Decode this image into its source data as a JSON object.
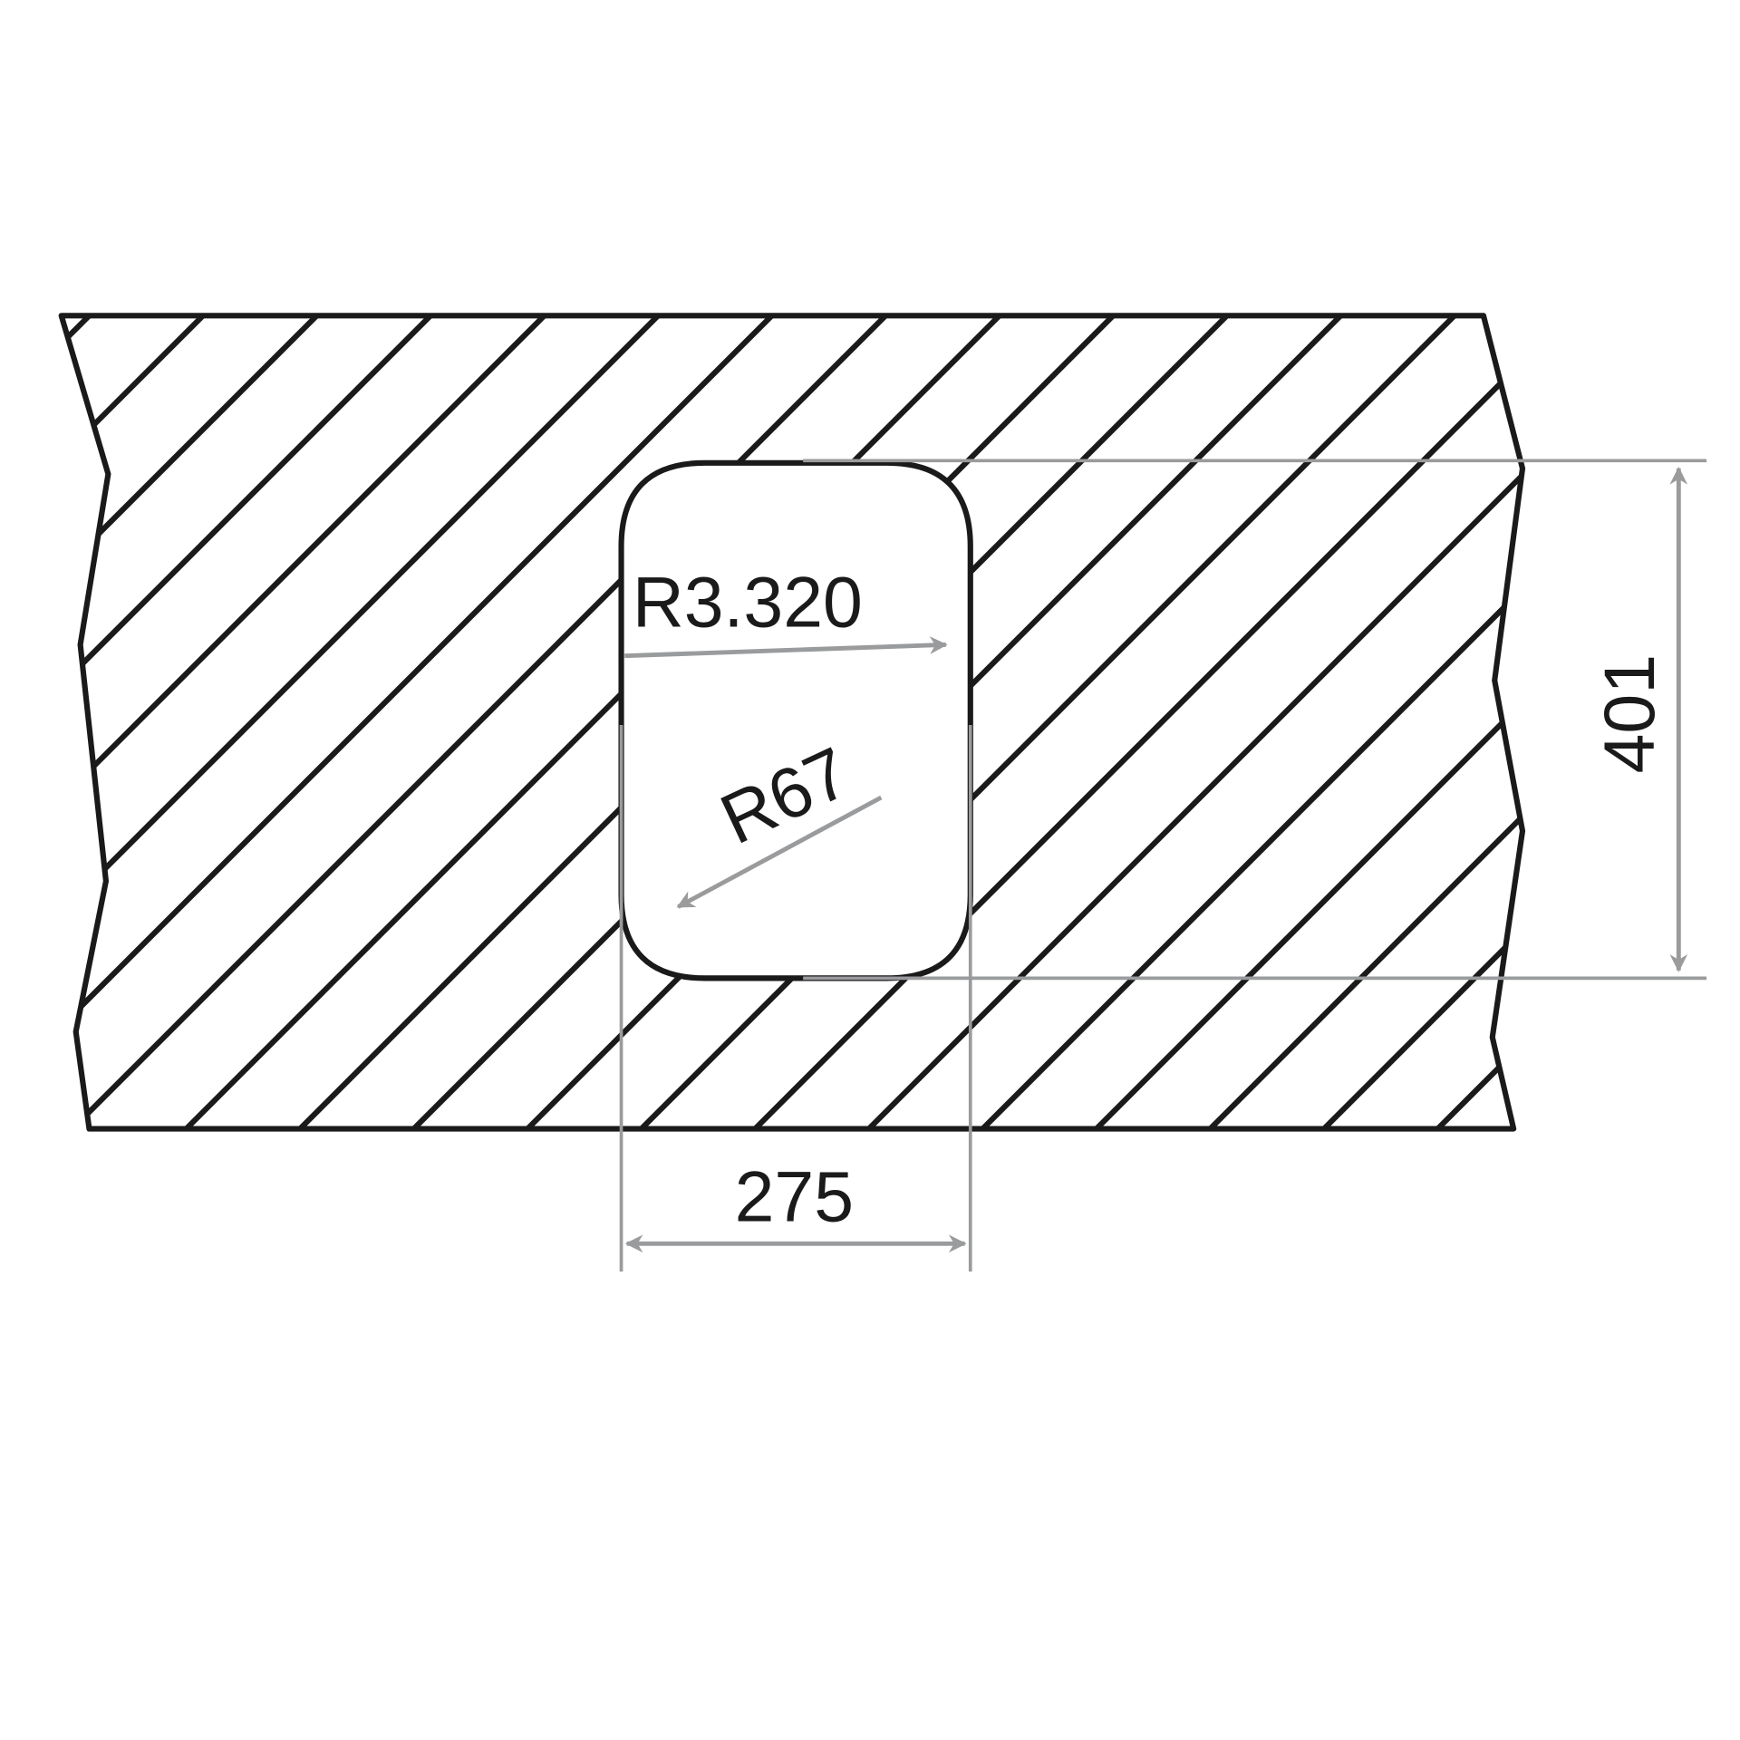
{
  "drawing": {
    "labels": {
      "radius_large": "R3.320",
      "radius_corner": "R67",
      "height": "401",
      "width": "275"
    },
    "colors": {
      "outline": "#1a1a1a",
      "dimension": "#9a9b9d",
      "background": "#ffffff"
    }
  }
}
